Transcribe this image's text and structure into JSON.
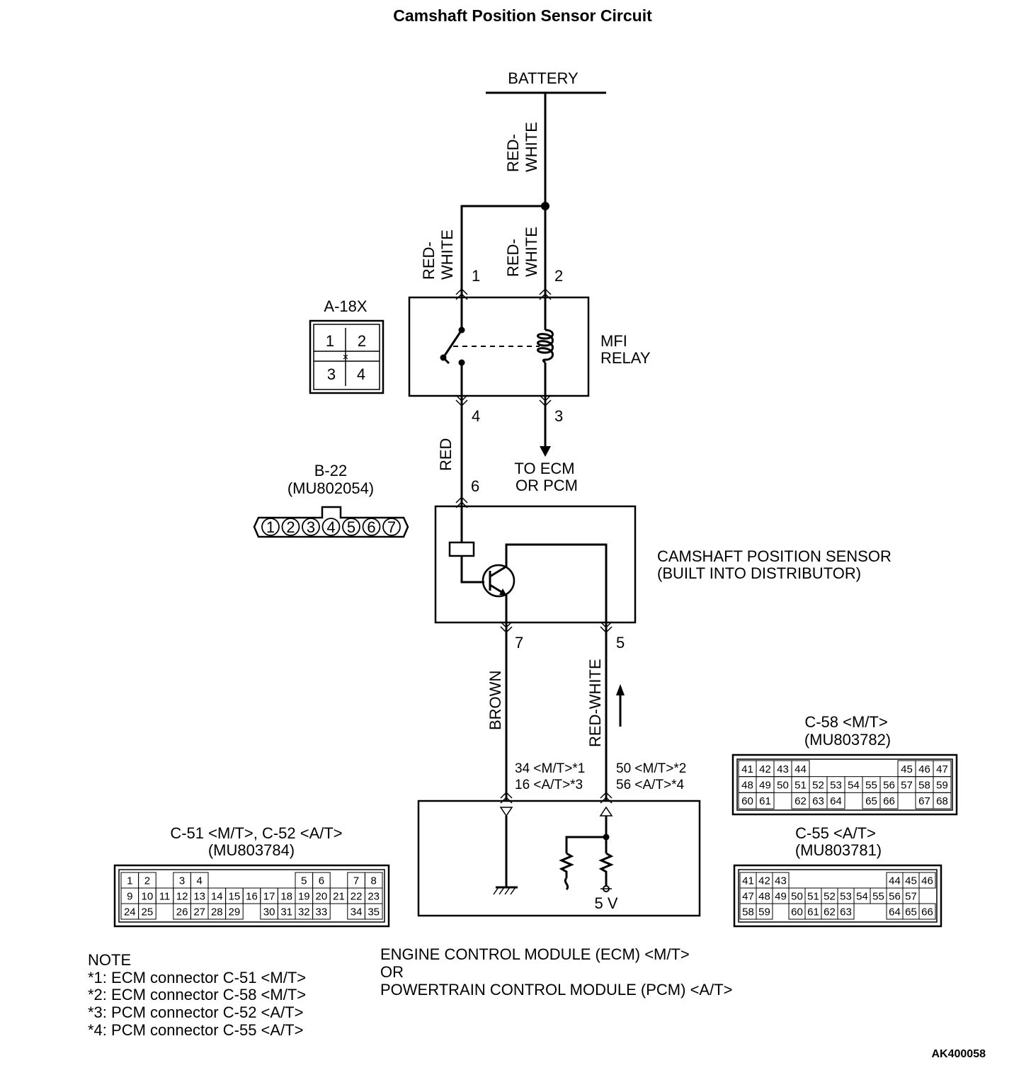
{
  "title": "Camshaft Position Sensor Circuit",
  "battery": "BATTERY",
  "wires": {
    "battery_feed": [
      "RED-",
      "WHITE"
    ],
    "relay_pin1": [
      "RED-",
      "WHITE"
    ],
    "relay_pin2": [
      "RED-",
      "WHITE"
    ],
    "relay_to_sensor": "RED",
    "sensor_pin7": "BROWN",
    "sensor_pin5": "RED-WHITE"
  },
  "pins": {
    "p1": "1",
    "p2": "2",
    "p3": "3",
    "p4": "4",
    "p6": "6",
    "p7": "7",
    "p5": "5"
  },
  "relay": {
    "label_lines": [
      "MFI",
      "RELAY"
    ],
    "connector": {
      "name": "A-18X",
      "cells": [
        "1",
        "2",
        "3",
        "4"
      ]
    }
  },
  "to_ecm": [
    "TO ECM",
    "OR PCM"
  ],
  "sensor": {
    "label_lines": [
      "CAMSHAFT POSITION SENSOR",
      "(BUILT INTO DISTRIBUTOR)"
    ],
    "connector": {
      "name": "B-22",
      "part": "(MU802054)",
      "pins": [
        "1",
        "2",
        "3",
        "4",
        "5",
        "6",
        "7"
      ]
    }
  },
  "ecm_pins": {
    "left": [
      "34 <M/T>*1",
      "16 <A/T>*3"
    ],
    "right": [
      "50 <M/T>*2",
      "56 <A/T>*4"
    ]
  },
  "ecm_voltage": "5 V",
  "connector_c51": {
    "title": "C-51 <M/T>, C-52 <A/T>",
    "part": "(MU803784)",
    "rows": [
      [
        "1",
        "2",
        "",
        "3",
        "4",
        "",
        "",
        "",
        "",
        "",
        "5",
        "6",
        "",
        "7",
        "8"
      ],
      [
        "9",
        "10",
        "11",
        "12",
        "13",
        "14",
        "15",
        "16",
        "17",
        "18",
        "19",
        "20",
        "21",
        "22",
        "23"
      ],
      [
        "24",
        "25",
        "",
        "26",
        "27",
        "28",
        "29",
        "",
        "30",
        "31",
        "32",
        "33",
        "",
        "34",
        "35"
      ]
    ]
  },
  "connector_c58": {
    "title": "C-58 <M/T>",
    "part": "(MU803782)",
    "rows": [
      [
        "41",
        "42",
        "43",
        "44",
        "",
        "",
        "",
        "",
        "",
        "45",
        "46",
        "47"
      ],
      [
        "48",
        "49",
        "50",
        "51",
        "52",
        "53",
        "54",
        "55",
        "56",
        "57",
        "58",
        "59"
      ],
      [
        "60",
        "61",
        "",
        "62",
        "63",
        "64",
        "",
        "65",
        "66",
        "",
        "67",
        "68"
      ]
    ]
  },
  "connector_c55": {
    "title": "C-55 <A/T>",
    "part": "(MU803781)",
    "rows": [
      [
        "41",
        "42",
        "43",
        "",
        "",
        "",
        "",
        "",
        "",
        "44",
        "45",
        "46"
      ],
      [
        "47",
        "48",
        "49",
        "50",
        "51",
        "52",
        "53",
        "54",
        "55",
        "56",
        "57",
        ""
      ],
      [
        "58",
        "59",
        "",
        "60",
        "61",
        "62",
        "63",
        "",
        "",
        "64",
        "65",
        "66"
      ]
    ]
  },
  "ecm_label": [
    "ENGINE CONTROL MODULE (ECM) <M/T>",
    "OR",
    "POWERTRAIN CONTROL MODULE (PCM) <A/T>"
  ],
  "note": {
    "heading": "NOTE",
    "lines": [
      "*1: ECM connector C-51 <M/T>",
      "*2: ECM connector C-58 <M/T>",
      "*3: PCM connector C-52 <A/T>",
      "*4: PCM connector C-55 <A/T>"
    ]
  },
  "figure_code": "AK400058"
}
